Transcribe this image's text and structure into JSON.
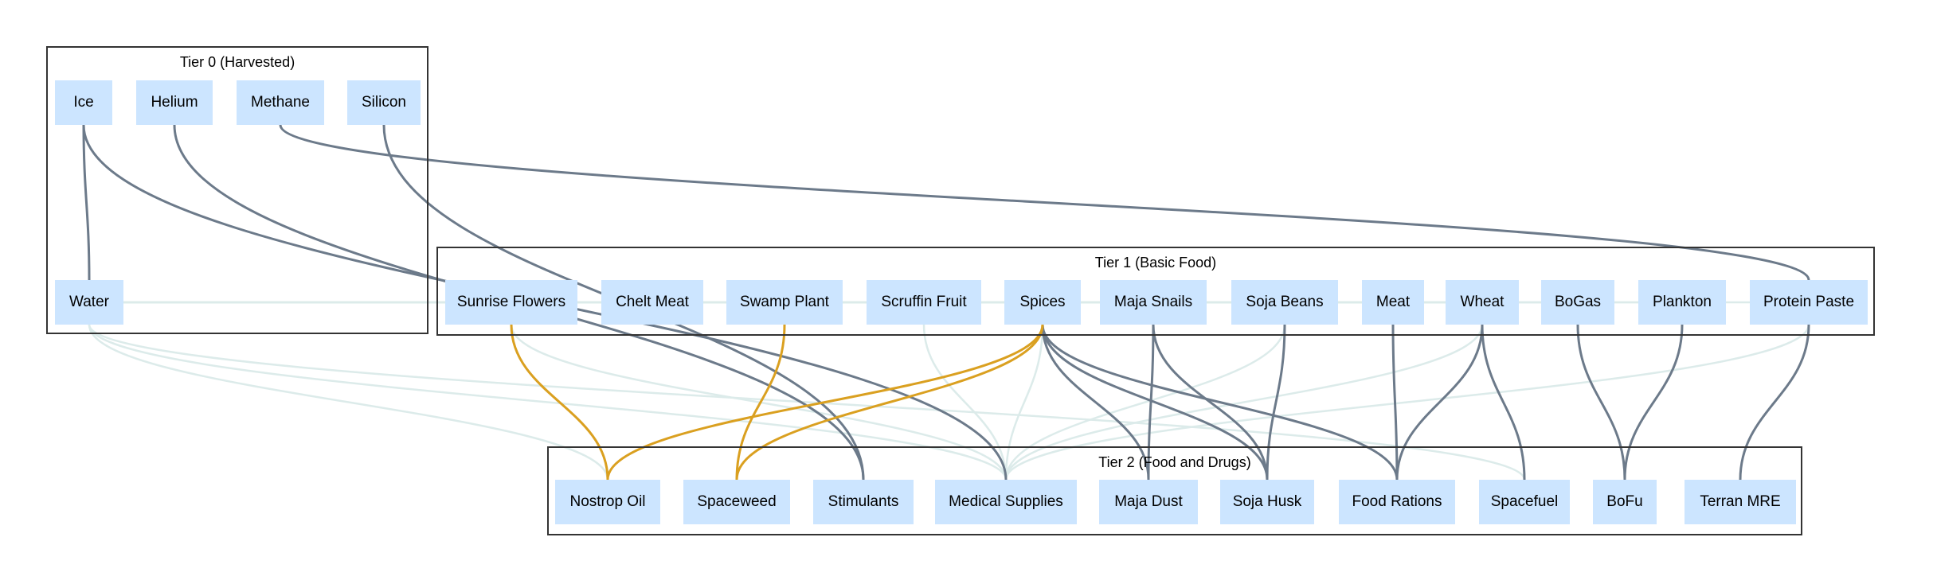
{
  "colors": {
    "node_fill": "#cce5ff",
    "edge_dark": "#6c7a8a",
    "edge_light": "#dcebea",
    "edge_gold": "#daa020",
    "cluster_border": "#333333"
  },
  "clusters": [
    {
      "id": "t0",
      "title": "Tier 0 (Harvested)"
    },
    {
      "id": "t1",
      "title": "Tier 1 (Basic Food)"
    },
    {
      "id": "t2",
      "title": "Tier 2 (Food and Drugs)"
    }
  ],
  "nodes": [
    {
      "id": "ice",
      "label": "Ice",
      "tier": 0
    },
    {
      "id": "helium",
      "label": "Helium",
      "tier": 0
    },
    {
      "id": "methane",
      "label": "Methane",
      "tier": 0
    },
    {
      "id": "silicon",
      "label": "Silicon",
      "tier": 0
    },
    {
      "id": "water",
      "label": "Water",
      "tier": 0
    },
    {
      "id": "sunrise",
      "label": "Sunrise Flowers",
      "tier": 1
    },
    {
      "id": "chelt",
      "label": "Chelt Meat",
      "tier": 1
    },
    {
      "id": "swamp",
      "label": "Swamp Plant",
      "tier": 1
    },
    {
      "id": "scruffin",
      "label": "Scruffin Fruit",
      "tier": 1
    },
    {
      "id": "spices",
      "label": "Spices",
      "tier": 1
    },
    {
      "id": "majasnails",
      "label": "Maja Snails",
      "tier": 1
    },
    {
      "id": "sojabeans",
      "label": "Soja Beans",
      "tier": 1
    },
    {
      "id": "meat",
      "label": "Meat",
      "tier": 1
    },
    {
      "id": "wheat",
      "label": "Wheat",
      "tier": 1
    },
    {
      "id": "bogas",
      "label": "BoGas",
      "tier": 1
    },
    {
      "id": "plankton",
      "label": "Plankton",
      "tier": 1
    },
    {
      "id": "protein",
      "label": "Protein Paste",
      "tier": 1
    },
    {
      "id": "nostrop",
      "label": "Nostrop Oil",
      "tier": 2
    },
    {
      "id": "spaceweed",
      "label": "Spaceweed",
      "tier": 2
    },
    {
      "id": "stimulants",
      "label": "Stimulants",
      "tier": 2
    },
    {
      "id": "medical",
      "label": "Medical Supplies",
      "tier": 2
    },
    {
      "id": "majadust",
      "label": "Maja Dust",
      "tier": 2
    },
    {
      "id": "sojahusk",
      "label": "Soja Husk",
      "tier": 2
    },
    {
      "id": "foodrations",
      "label": "Food Rations",
      "tier": 2
    },
    {
      "id": "spacefuel",
      "label": "Spacefuel",
      "tier": 2
    },
    {
      "id": "bofu",
      "label": "BoFu",
      "tier": 2
    },
    {
      "id": "terranmre",
      "label": "Terran MRE",
      "tier": 2
    }
  ],
  "edges": [
    {
      "from": "ice",
      "to": "water",
      "style": "dark"
    },
    {
      "from": "ice",
      "to": "medical",
      "style": "dark"
    },
    {
      "from": "helium",
      "to": "stimulants",
      "style": "dark"
    },
    {
      "from": "methane",
      "to": "protein",
      "style": "dark"
    },
    {
      "from": "silicon",
      "to": "stimulants",
      "style": "dark"
    },
    {
      "from": "water",
      "to": "sunrise",
      "style": "light"
    },
    {
      "from": "water",
      "to": "chelt",
      "style": "light"
    },
    {
      "from": "water",
      "to": "swamp",
      "style": "light"
    },
    {
      "from": "water",
      "to": "scruffin",
      "style": "light"
    },
    {
      "from": "water",
      "to": "spices",
      "style": "light"
    },
    {
      "from": "water",
      "to": "majasnails",
      "style": "light"
    },
    {
      "from": "water",
      "to": "sojabeans",
      "style": "light"
    },
    {
      "from": "water",
      "to": "meat",
      "style": "light"
    },
    {
      "from": "water",
      "to": "wheat",
      "style": "light"
    },
    {
      "from": "water",
      "to": "bogas",
      "style": "light"
    },
    {
      "from": "water",
      "to": "plankton",
      "style": "light"
    },
    {
      "from": "water",
      "to": "protein",
      "style": "light"
    },
    {
      "from": "water",
      "to": "nostrop",
      "style": "light"
    },
    {
      "from": "water",
      "to": "medical",
      "style": "light"
    },
    {
      "from": "water",
      "to": "spacefuel",
      "style": "light"
    },
    {
      "from": "sunrise",
      "to": "nostrop",
      "style": "gold"
    },
    {
      "from": "sunrise",
      "to": "medical",
      "style": "light"
    },
    {
      "from": "swamp",
      "to": "spaceweed",
      "style": "gold"
    },
    {
      "from": "scruffin",
      "to": "medical",
      "style": "light"
    },
    {
      "from": "spices",
      "to": "nostrop",
      "style": "gold"
    },
    {
      "from": "spices",
      "to": "spaceweed",
      "style": "gold"
    },
    {
      "from": "spices",
      "to": "medical",
      "style": "light"
    },
    {
      "from": "spices",
      "to": "majadust",
      "style": "dark"
    },
    {
      "from": "spices",
      "to": "sojahusk",
      "style": "dark"
    },
    {
      "from": "spices",
      "to": "foodrations",
      "style": "dark"
    },
    {
      "from": "majasnails",
      "to": "majadust",
      "style": "dark"
    },
    {
      "from": "majasnails",
      "to": "sojahusk",
      "style": "dark"
    },
    {
      "from": "sojabeans",
      "to": "sojahusk",
      "style": "dark"
    },
    {
      "from": "sojabeans",
      "to": "medical",
      "style": "light"
    },
    {
      "from": "meat",
      "to": "foodrations",
      "style": "dark"
    },
    {
      "from": "wheat",
      "to": "foodrations",
      "style": "dark"
    },
    {
      "from": "wheat",
      "to": "spacefuel",
      "style": "dark"
    },
    {
      "from": "wheat",
      "to": "medical",
      "style": "light"
    },
    {
      "from": "bogas",
      "to": "bofu",
      "style": "dark"
    },
    {
      "from": "plankton",
      "to": "bofu",
      "style": "dark"
    },
    {
      "from": "protein",
      "to": "terranmre",
      "style": "dark"
    },
    {
      "from": "protein",
      "to": "medical",
      "style": "light"
    }
  ]
}
